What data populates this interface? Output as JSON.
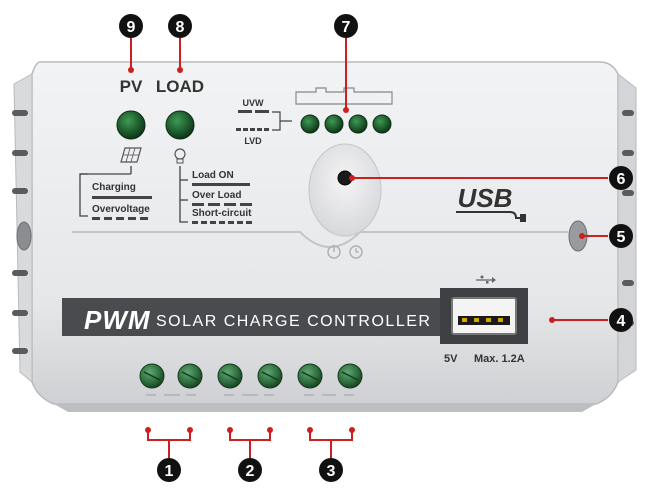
{
  "device": {
    "panel_text": "PWM",
    "panel_subtitle": "SOLAR CHARGE CONTROLLER",
    "indicator_pv": "PV",
    "indicator_load": "LOAD",
    "uvw_label": "UVW",
    "lvd_label": "LVD",
    "usb_logo": "USB",
    "usb_spec_voltage": "5V",
    "usb_spec_current": "Max. 1.2A",
    "legend_charging": "Charging",
    "legend_overvoltage": "Overvoltage",
    "legend_load_on": "Load ON",
    "legend_over_load": "Over Load",
    "legend_short_circuit": "Short-circuit"
  },
  "callouts": {
    "c1": "1",
    "c2": "2",
    "c3": "3",
    "c4": "4",
    "c5": "5",
    "c6": "6",
    "c7": "7",
    "c8": "8",
    "c9": "9"
  },
  "colors": {
    "body": "#e9eaec",
    "body_shadow": "#c9cacd",
    "panel_strip": "#4a4b4e",
    "led_green": "#1d5a2c",
    "terminal_green": "#2f6f3e",
    "callout_red": "#cc1f1f",
    "callout_circle": "#111111",
    "text_dark": "#333333"
  }
}
